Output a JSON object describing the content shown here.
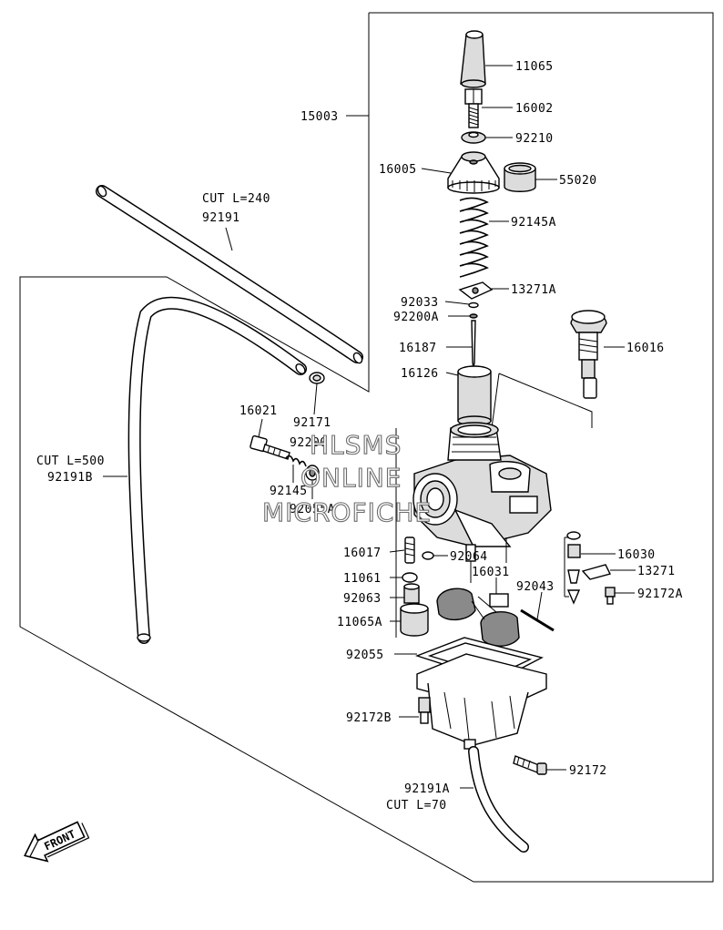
{
  "diagram": {
    "parts": [
      {
        "id": "11065",
        "label": "11065"
      },
      {
        "id": "16002",
        "label": "16002"
      },
      {
        "id": "92210",
        "label": "92210"
      },
      {
        "id": "15003",
        "label": "15003"
      },
      {
        "id": "16005",
        "label": "16005"
      },
      {
        "id": "55020",
        "label": "55020"
      },
      {
        "id": "92145A",
        "label": "92145A"
      },
      {
        "id": "13271A",
        "label": "13271A"
      },
      {
        "id": "92033",
        "label": "92033"
      },
      {
        "id": "92200A",
        "label": "92200A"
      },
      {
        "id": "16187",
        "label": "16187"
      },
      {
        "id": "16016",
        "label": "16016"
      },
      {
        "id": "16126",
        "label": "16126"
      },
      {
        "id": "92191",
        "label": "92191"
      },
      {
        "id": "92171",
        "label": "92171"
      },
      {
        "id": "16021",
        "label": "16021"
      },
      {
        "id": "92200",
        "label": "92200"
      },
      {
        "id": "92145",
        "label": "92145"
      },
      {
        "id": "92055A",
        "label": "92055A"
      },
      {
        "id": "92191B",
        "label": "92191B"
      },
      {
        "id": "16017",
        "label": "16017"
      },
      {
        "id": "92064",
        "label": "92064"
      },
      {
        "id": "16030",
        "label": "16030"
      },
      {
        "id": "13271",
        "label": "13271"
      },
      {
        "id": "11061",
        "label": "11061"
      },
      {
        "id": "16031",
        "label": "16031"
      },
      {
        "id": "92043",
        "label": "92043"
      },
      {
        "id": "92063",
        "label": "92063"
      },
      {
        "id": "92172A",
        "label": "92172A"
      },
      {
        "id": "11065A",
        "label": "11065A"
      },
      {
        "id": "92055",
        "label": "92055"
      },
      {
        "id": "92172B",
        "label": "92172B"
      },
      {
        "id": "92172",
        "label": "92172"
      },
      {
        "id": "92191A",
        "label": "92191A"
      }
    ],
    "cut_notes": {
      "cut_240": "CUT L=240",
      "cut_500": "CUT L=500",
      "cut_70": "CUT L=70"
    },
    "front_label": "FRONT",
    "watermark": [
      "HLSMS",
      "ONLINE",
      "MICROFICHE"
    ]
  }
}
